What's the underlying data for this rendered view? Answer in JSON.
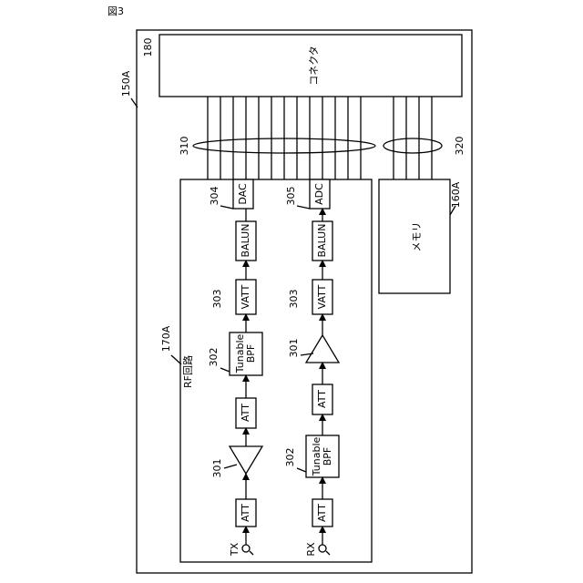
{
  "figure_label": "図3",
  "device_label": "150A",
  "connector": {
    "ref": "180",
    "name": "コネクタ"
  },
  "rf_circuit": {
    "ref": "170A",
    "name": "RF回路"
  },
  "memory": {
    "ref": "160A",
    "name": "メモリ"
  },
  "bundles": {
    "tx_rx": "310",
    "memory": "320"
  },
  "tx_chain": {
    "port": "TX",
    "dac": {
      "ref": "304",
      "name": "DAC"
    },
    "balun": "BALUN",
    "vatt": {
      "ref": "303",
      "name": "VATT"
    },
    "bpf": {
      "ref": "302",
      "line1": "Tunable",
      "line2": "BPF"
    },
    "att_upper": "ATT",
    "amp": {
      "ref": "301"
    },
    "att_lower": "ATT"
  },
  "rx_chain": {
    "port": "RX",
    "adc": {
      "ref": "305",
      "name": "ADC"
    },
    "balun": "BALUN",
    "vatt": {
      "ref": "303",
      "name": "VATT"
    },
    "amp": {
      "ref": "301"
    },
    "att_upper": "ATT",
    "bpf": {
      "ref": "302",
      "line1": "Tunable",
      "line2": "BPF"
    },
    "att_lower": "ATT"
  }
}
